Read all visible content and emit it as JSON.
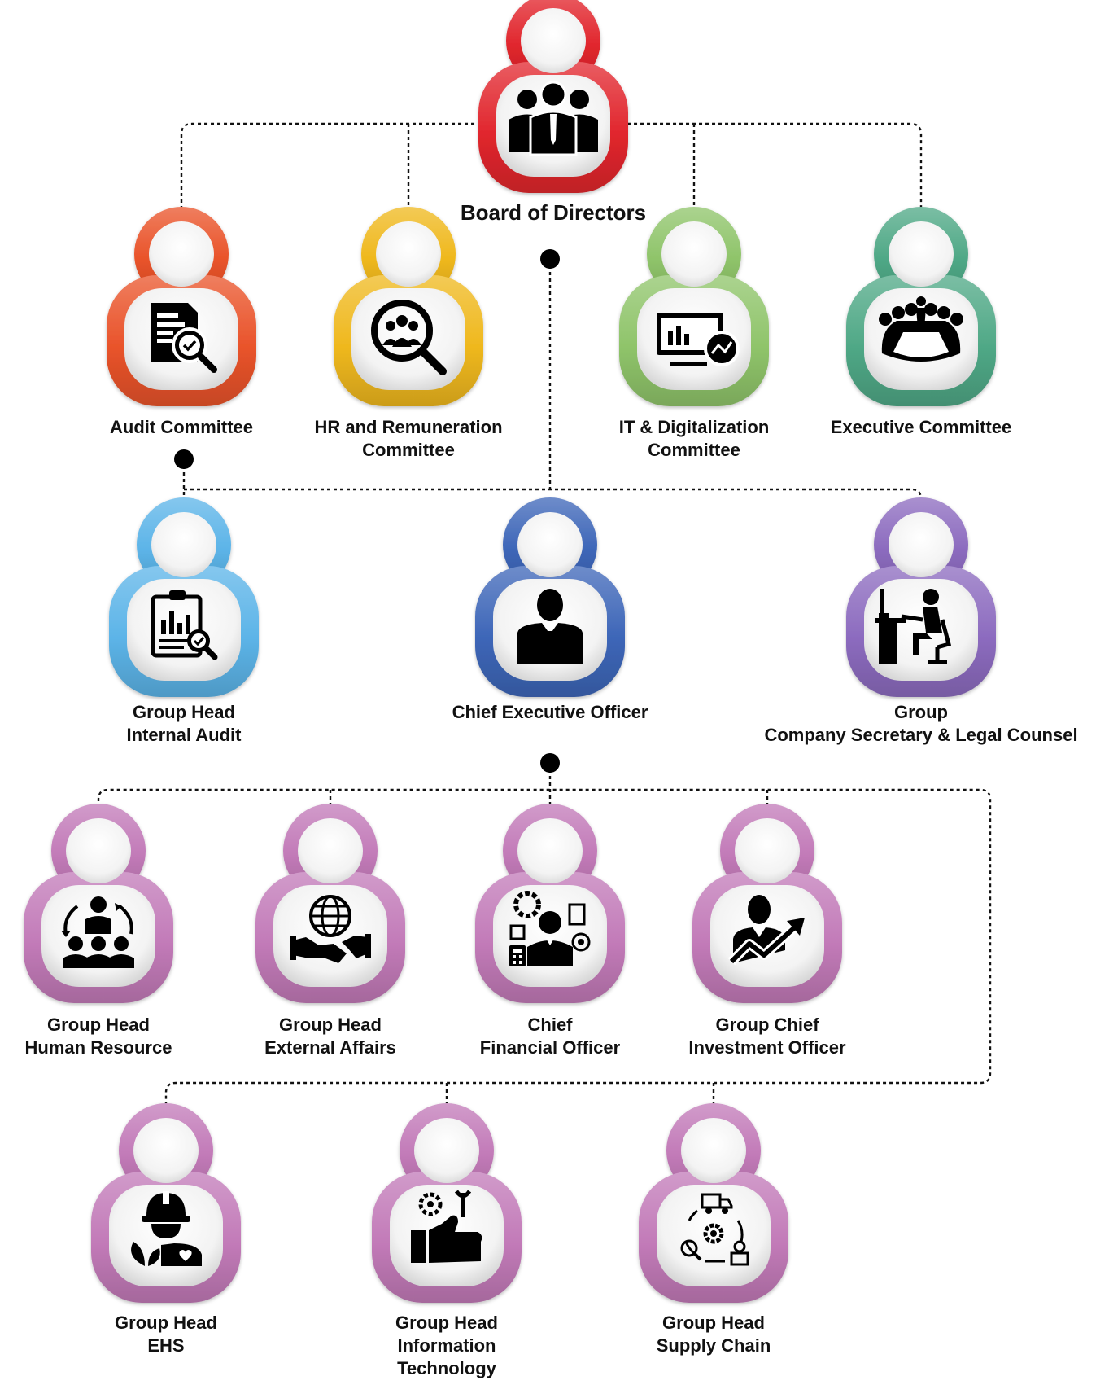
{
  "colors": {
    "red": "#e1262d",
    "orange": "#e9532a",
    "yellow": "#efb81d",
    "green": "#8fc46a",
    "teal": "#4fa886",
    "light_blue": "#5cb4e8",
    "blue": "#3d66b8",
    "purple": "#8c6bbf",
    "pink": "#c27ab8",
    "connector": "#111111"
  },
  "nodes": {
    "board": {
      "lines": [
        "Board of Directors"
      ],
      "icon": "board-group-icon",
      "color": "red"
    },
    "audit": {
      "lines": [
        "Audit Committee"
      ],
      "icon": "audit-report-icon",
      "color": "orange"
    },
    "hr_rem": {
      "lines": [
        "HR and Remuneration",
        "Committee"
      ],
      "icon": "people-search-icon",
      "color": "yellow"
    },
    "it_dig": {
      "lines": [
        "IT & Digitalization",
        "Committee"
      ],
      "icon": "analytics-monitor-icon",
      "color": "green"
    },
    "exec": {
      "lines": [
        "Executive Committee"
      ],
      "icon": "meeting-table-icon",
      "color": "teal"
    },
    "gh_ia": {
      "lines": [
        "Group Head",
        "Internal Audit"
      ],
      "icon": "clipboard-chart-icon",
      "color": "light_blue"
    },
    "ceo": {
      "lines": [
        "Chief Executive Officer"
      ],
      "icon": "executive-icon",
      "color": "blue"
    },
    "gcs": {
      "lines": [
        "Group",
        "Company Secretary & Legal Counsel"
      ],
      "icon": "desk-worker-icon",
      "color": "purple"
    },
    "gh_hr": {
      "lines": [
        "Group Head",
        "Human Resource"
      ],
      "icon": "team-cycle-icon",
      "color": "pink"
    },
    "gh_ea": {
      "lines": [
        "Group Head",
        "External Affairs"
      ],
      "icon": "globe-handshake-icon",
      "color": "pink"
    },
    "cfo": {
      "lines": [
        "Chief",
        "Financial Officer"
      ],
      "icon": "finance-officer-icon",
      "color": "pink"
    },
    "gcio": {
      "lines": [
        "Group Chief",
        "Investment Officer"
      ],
      "icon": "investment-growth-icon",
      "color": "pink"
    },
    "gh_ehs": {
      "lines": [
        "Group Head",
        "EHS"
      ],
      "icon": "safety-helmet-icon",
      "color": "pink"
    },
    "gh_it": {
      "lines": [
        "Group Head",
        "Information",
        "Technology"
      ],
      "icon": "tech-thumbs-up-icon",
      "color": "pink"
    },
    "gh_sc": {
      "lines": [
        "Group Head",
        "Supply Chain"
      ],
      "icon": "supply-chain-icon",
      "color": "pink"
    }
  }
}
